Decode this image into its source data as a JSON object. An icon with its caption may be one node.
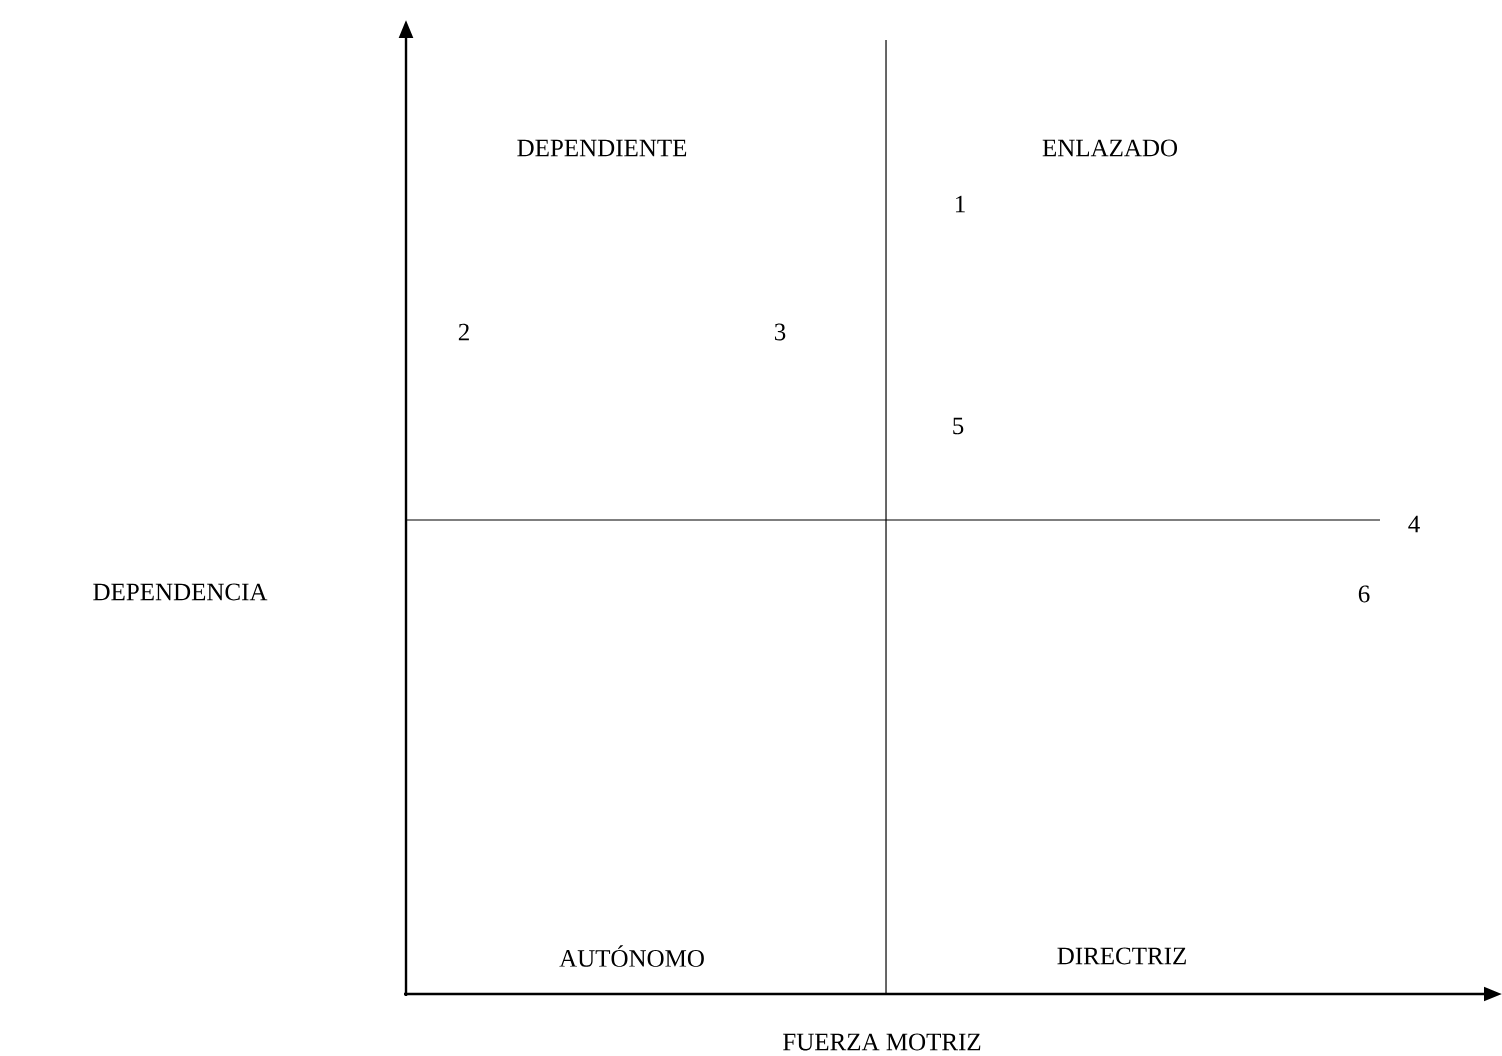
{
  "diagram": {
    "labels": [
      "DEPENDIENTE",
      "ENLAZADO",
      "1",
      "2",
      "3",
      "5",
      "4",
      "DEPENDENCIA",
      "6",
      "AUTÓNOMO",
      "DIRECTRIZ",
      "FUERZA MOTRIZ"
    ]
  }
}
